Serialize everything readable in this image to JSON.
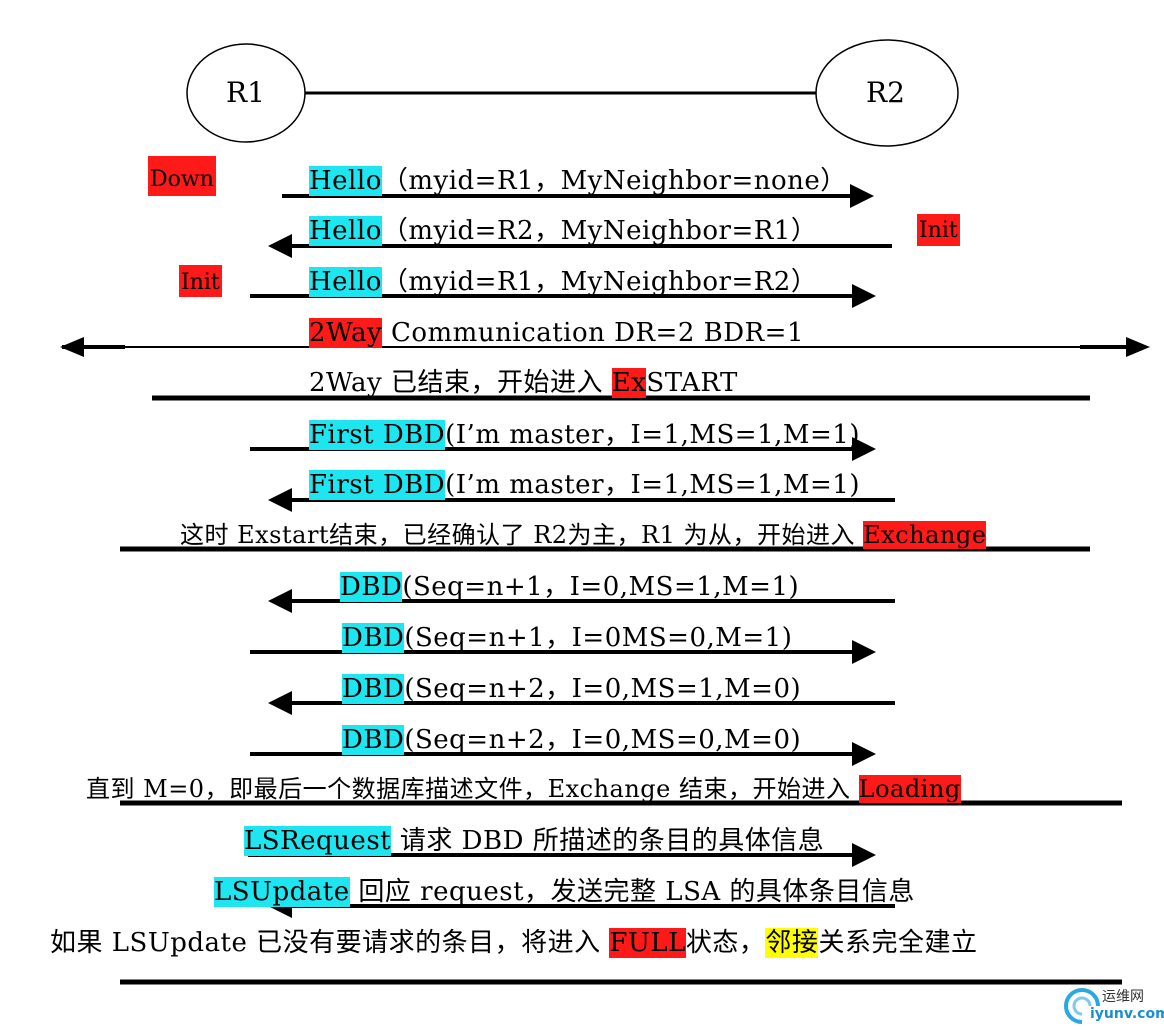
{
  "routers": {
    "left": "R1",
    "right": "R2"
  },
  "states": {
    "down": "Down",
    "init_r2": "Init",
    "init_r1": "Init"
  },
  "messages": {
    "m1": {
      "tag": "Hello",
      "rest": "（myid=R1，MyNeighbor=none）"
    },
    "m2": {
      "tag": "Hello",
      "rest": "（myid=R2，MyNeighbor=R1）"
    },
    "m3": {
      "tag": "Hello",
      "rest": "（myid=R1，MyNeighbor=R2）"
    },
    "m4": {
      "tag": "2Way",
      "rest": " Communication DR=2 BDR=1"
    },
    "m5": {
      "pre": "2Way 已结束，开始进入 ",
      "tag": "Ex",
      "rest": "START"
    },
    "m6": {
      "tag": "First DBD",
      "rest": "(I’m master，I=1,MS=1,M=1)"
    },
    "m7": {
      "tag": "First DBD",
      "rest": "(I’m master，I=1,MS=1,M=1)"
    },
    "m8": {
      "pre": "这时 Exstart结束，已经确认了 R2为主，R1 为从，开始进入 ",
      "tag": "Exchange"
    },
    "m9": {
      "tag": "DBD",
      "rest": "(Seq=n+1，I=0,MS=1,M=1)"
    },
    "m10": {
      "tag": "DBD",
      "rest": "(Seq=n+1，I=0MS=0,M=1)"
    },
    "m11": {
      "tag": "DBD",
      "rest": "(Seq=n+2，I=0,MS=1,M=0)"
    },
    "m12": {
      "tag": "DBD",
      "rest": "(Seq=n+2，I=0,MS=0,M=0)"
    },
    "m13": {
      "pre": "直到 M=0，即最后一个数据库描述文件，Exchange 结束，开始进入 ",
      "tag": "Loading"
    },
    "m14": {
      "tag": "LSRequest",
      "rest": " 请求 DBD 所描述的条目的具体信息"
    },
    "m15": {
      "tag": "LSUpdate",
      "rest": " 回应 request，发送完整 LSA 的具体条目信息"
    },
    "m16": {
      "pre": "如果 LSUpdate 已没有要请求的条目，将进入 ",
      "tag": "FULL",
      "mid": "状态，",
      "tag2": "邻接",
      "rest": "关系完全建立"
    }
  },
  "watermark": {
    "cn": "运维网",
    "en": "iyunv.com"
  },
  "colors": {
    "cyan": "#1ee6f0",
    "red": "#ff1a1a",
    "yellow": "#ffff00"
  }
}
